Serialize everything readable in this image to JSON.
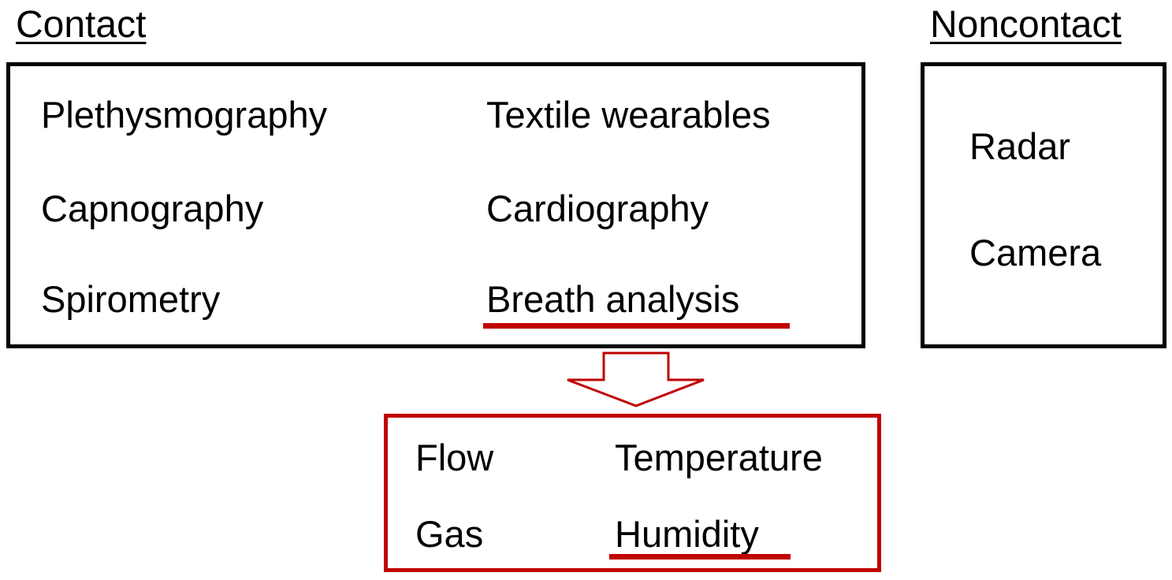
{
  "colors": {
    "text": "#000000",
    "box_border": "#000000",
    "accent": "#c00000"
  },
  "contact": {
    "heading": "Contact",
    "items": [
      "Plethysmography",
      "Textile wearables",
      "Capnography",
      "Cardiography",
      "Spirometry",
      "Breath analysis"
    ],
    "highlighted": "Breath analysis"
  },
  "noncontact": {
    "heading": "Noncontact",
    "items": [
      "Radar",
      "Camera"
    ]
  },
  "arrow": {
    "icon": "down-arrow-outline-icon",
    "color": "#c00000"
  },
  "breath_analysis": {
    "items": [
      "Flow",
      "Temperature",
      "Gas",
      "Humidity"
    ],
    "highlighted": "Humidity"
  }
}
